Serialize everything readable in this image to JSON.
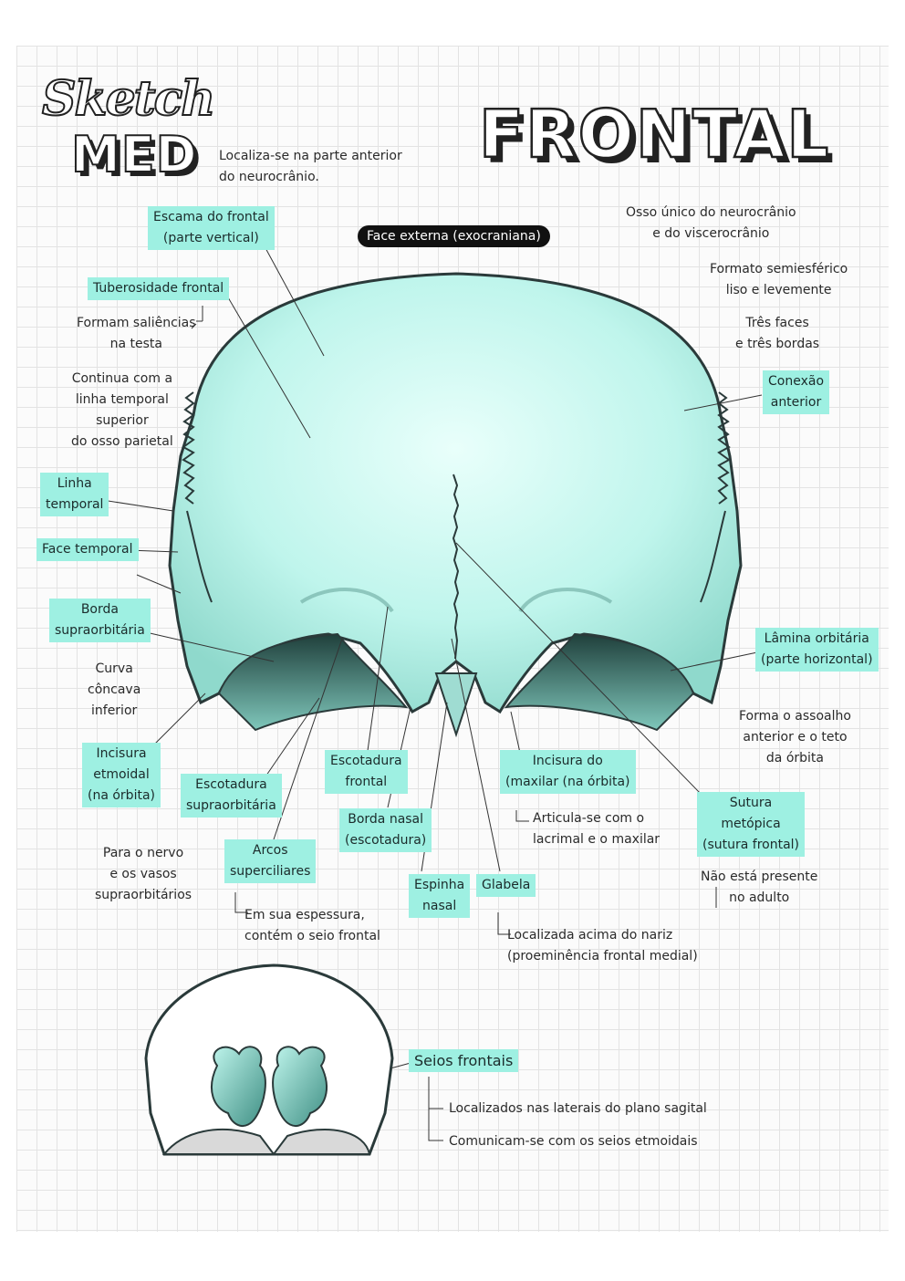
{
  "header": {
    "logo_text_1": "Sketch",
    "logo_text_2": "MED",
    "title": "FRONTAL",
    "location_note": [
      "Localiza-se na parte anterior",
      "do neurocrânio."
    ]
  },
  "view_label": "Face externa (exocraniana)",
  "colors": {
    "bone": "#bff5ec",
    "bone_edge": "#2a3a3a",
    "label_bg": "#9ef0e2",
    "shadow": "#5b9d93"
  },
  "labels": {
    "escama": [
      "Escama do frontal",
      "(parte vertical)"
    ],
    "tuberosidade": [
      "Tuberosidade frontal"
    ],
    "linha_temporal": [
      "Linha",
      "temporal"
    ],
    "face_temporal": [
      "Face temporal"
    ],
    "borda_supraorbitaria": [
      "Borda",
      "supraorbitária"
    ],
    "incisura_etmoidal": [
      "Incisura",
      "etmoidal",
      "(na órbita)"
    ],
    "escotadura_supraorbitaria": [
      "Escotadura",
      "supraorbitária"
    ],
    "arcos": [
      "Arcos",
      "superciliares"
    ],
    "escotadura_frontal": [
      "Escotadura",
      "frontal"
    ],
    "borda_nasal": [
      "Borda nasal",
      "(escotadura)"
    ],
    "espinha_nasal": [
      "Espinha",
      "nasal"
    ],
    "glabela": [
      "Glabela"
    ],
    "incisura_maxilar": [
      "Incisura do",
      "(maxilar (na órbita)"
    ],
    "conexao": [
      "Conexão",
      "anterior"
    ],
    "lamina": [
      "Lâmina orbitária",
      "(parte horizontal)"
    ],
    "sutura": [
      "Sutura",
      "metópica",
      "(sutura frontal)"
    ],
    "seios": [
      "Seios frontais"
    ]
  },
  "notes": {
    "osso_unico": [
      "Osso único do neurocrânio",
      "e do viscerocrânio"
    ],
    "formato": [
      "Formato semiesférico",
      "liso e levemente"
    ],
    "tres_faces": [
      "Três faces",
      "e três bordas"
    ],
    "saliencias": [
      "Formam saliências",
      "na testa"
    ],
    "continua": [
      "Continua com a",
      "linha temporal",
      "superior",
      "do osso parietal"
    ],
    "curva": [
      "Curva",
      "côncava",
      "inferior"
    ],
    "forma_assoalho": [
      "Forma o assoalho",
      "anterior e o teto",
      "da órbita"
    ],
    "nervo": [
      "Para o nervo",
      "e os vasos",
      "supraorbitários"
    ],
    "espessura": [
      "Em sua espessura,",
      "contém o seio frontal"
    ],
    "articula": [
      "Articula-se com o",
      "lacrimal e o maxilar"
    ],
    "nao_presente": [
      "Não está presente",
      "no adulto"
    ],
    "localizada": [
      "Localizada acima do nariz",
      "(proeminência frontal medial)"
    ],
    "seios_1": "Localizados nas laterais do plano sagital",
    "seios_2": "Comunicam-se com os seios etmoidais"
  }
}
